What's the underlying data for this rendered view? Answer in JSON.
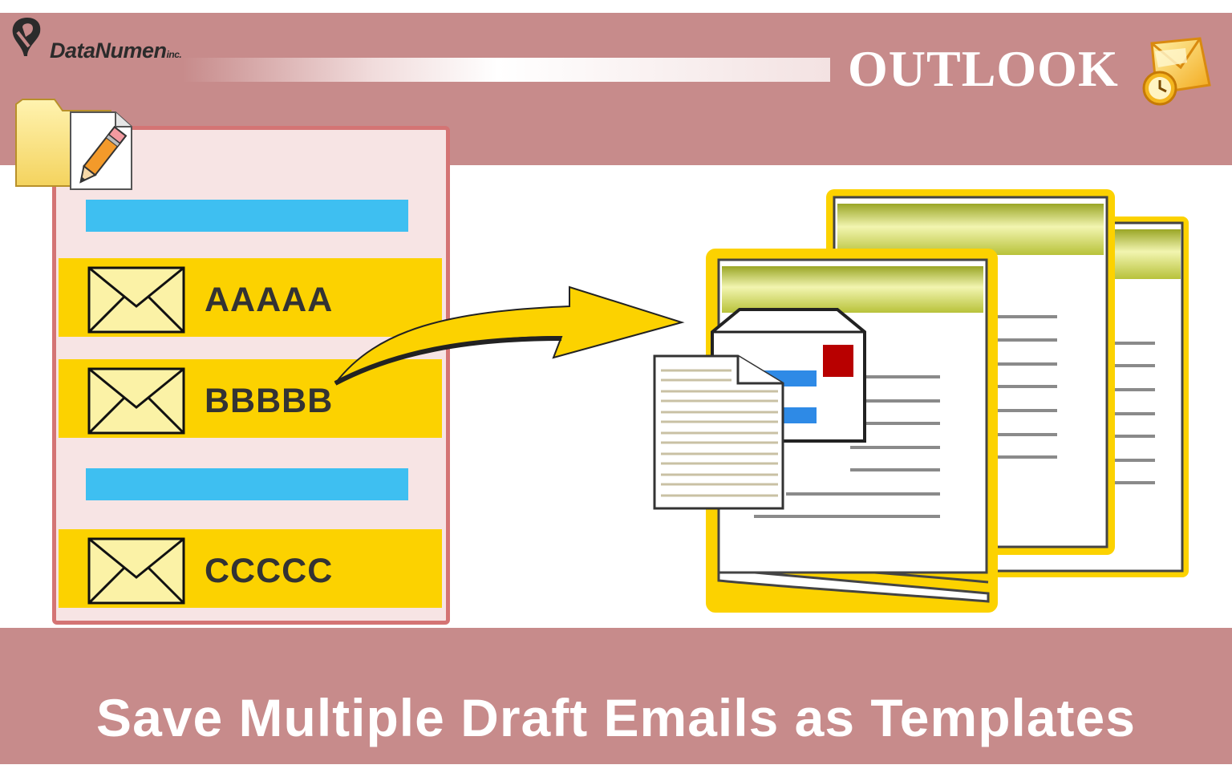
{
  "brand": {
    "name": "DataNumen",
    "suffix": "inc."
  },
  "product": "OUTLOOK",
  "emails": [
    {
      "label": "AAAAA"
    },
    {
      "label": "BBBBB"
    },
    {
      "label": "CCCCC"
    }
  ],
  "title": "Save Multiple Draft Emails as Templates",
  "icons": {
    "brand_logo": "datanumen-logo-icon",
    "outlook": "outlook-icon",
    "folder": "drafts-folder-icon",
    "envelope": "envelope-icon",
    "arrow": "arrow-icon",
    "templates": "template-documents-icon"
  },
  "colors": {
    "band": "#c78b8b",
    "panel_border": "#d47474",
    "panel_fill": "#f7e4e4",
    "row_highlight": "#fcd200",
    "separator_bar": "#3ebff1",
    "text_dark": "#333333"
  }
}
